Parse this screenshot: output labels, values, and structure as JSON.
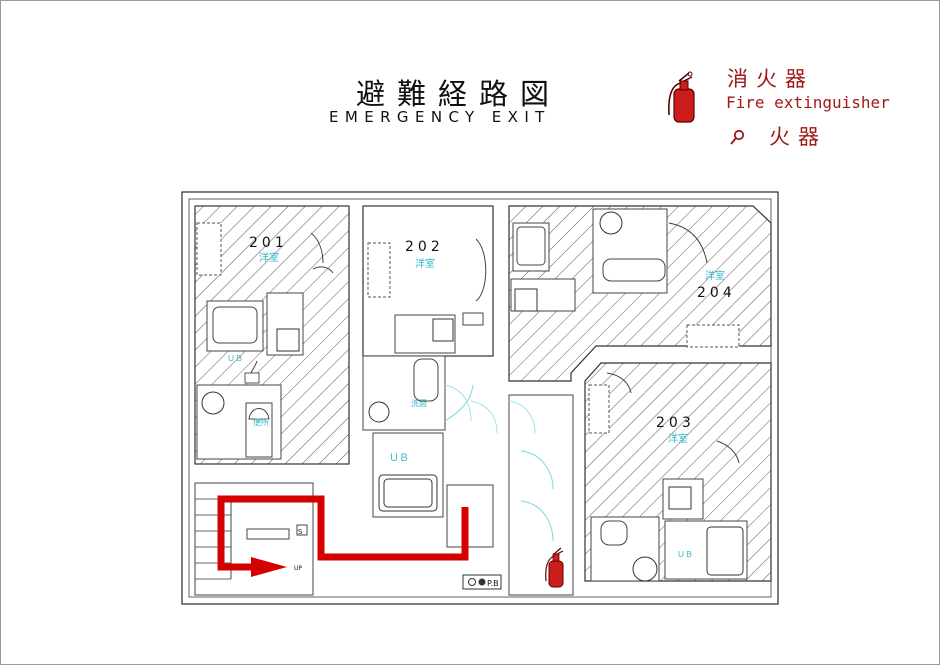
{
  "title": {
    "ja": "避難経路図",
    "en": "EMERGENCY EXIT"
  },
  "legend": {
    "extinguisher_ja": "消火器",
    "extinguisher_en": "Fire extinguisher",
    "hydrant_ja": "火器"
  },
  "rooms": {
    "r201": {
      "number": "201",
      "type": "洋室"
    },
    "r202": {
      "number": "202",
      "type": "洋室"
    },
    "r203": {
      "number": "203",
      "type": "洋室"
    },
    "r204": {
      "number": "204",
      "type": "洋室"
    }
  },
  "fixtures": {
    "ub": "ＵＢ",
    "ub_small": "ＵＢ",
    "washroom": "洗面",
    "toilet": "便所",
    "up": "UP",
    "shaft": "S",
    "pb": "P.B"
  },
  "colors": {
    "route": "#d40000",
    "legend_text": "#a11a1a",
    "wall": "#3a3a3a",
    "hatch": "#555555",
    "label": "#36b6c8"
  },
  "icons": {
    "extinguisher": "fire-extinguisher-icon",
    "hydrant": "fire-hydrant-icon"
  }
}
